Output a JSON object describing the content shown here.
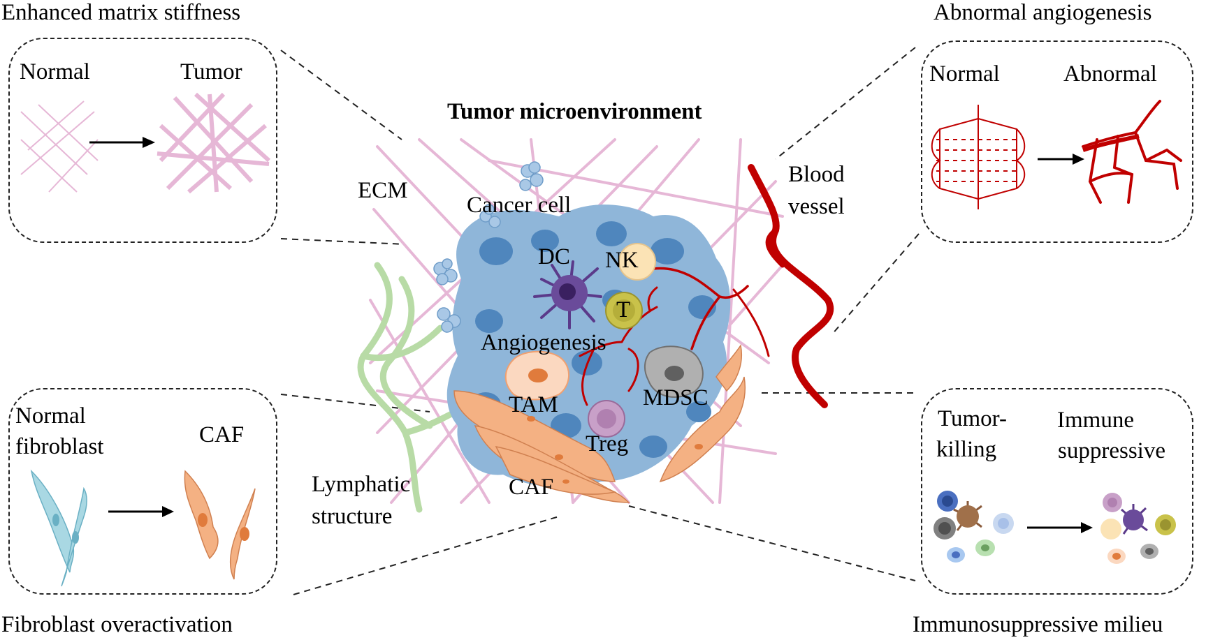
{
  "title": "Tumor microenvironment",
  "panels": {
    "matrix": {
      "caption": "Enhanced matrix stiffness",
      "left_label": "Normal",
      "right_label": "Tumor"
    },
    "angiogenesis": {
      "caption": "Abnormal angiogenesis",
      "left_label": "Normal",
      "right_label": "Abnormal"
    },
    "fibroblast": {
      "caption": "Fibroblast overactivation",
      "left_label_line1": "Normal",
      "left_label_line2": "fibroblast",
      "right_label": "CAF"
    },
    "immune": {
      "caption": "Immunosuppressive milieu",
      "left_label_line1": "Tumor-",
      "left_label_line2": "killing",
      "right_label_line1": "Immune",
      "right_label_line2": "suppressive"
    }
  },
  "center_labels": {
    "ecm": "ECM",
    "cancer_cell": "Cancer cell",
    "blood_vessel_line1": "Blood",
    "blood_vessel_line2": "vessel",
    "dc": "DC",
    "nk": "NK",
    "t": "T",
    "angiogenesis": "Angiogenesis",
    "tam": "TAM",
    "mdsc": "MDSC",
    "treg": "Treg",
    "caf": "CAF",
    "lymphatic_line1": "Lymphatic",
    "lymphatic_line2": "structure"
  },
  "colors": {
    "ecm_fiber": "#e6b7d6",
    "tumor_blue": "#8fb6d9",
    "tumor_dark": "#4f86bd",
    "vessel_red": "#c00000",
    "lymph_green": "#b8dba6",
    "caf_orange": "#f4b183",
    "fibro_blue": "#a9d8e3"
  }
}
